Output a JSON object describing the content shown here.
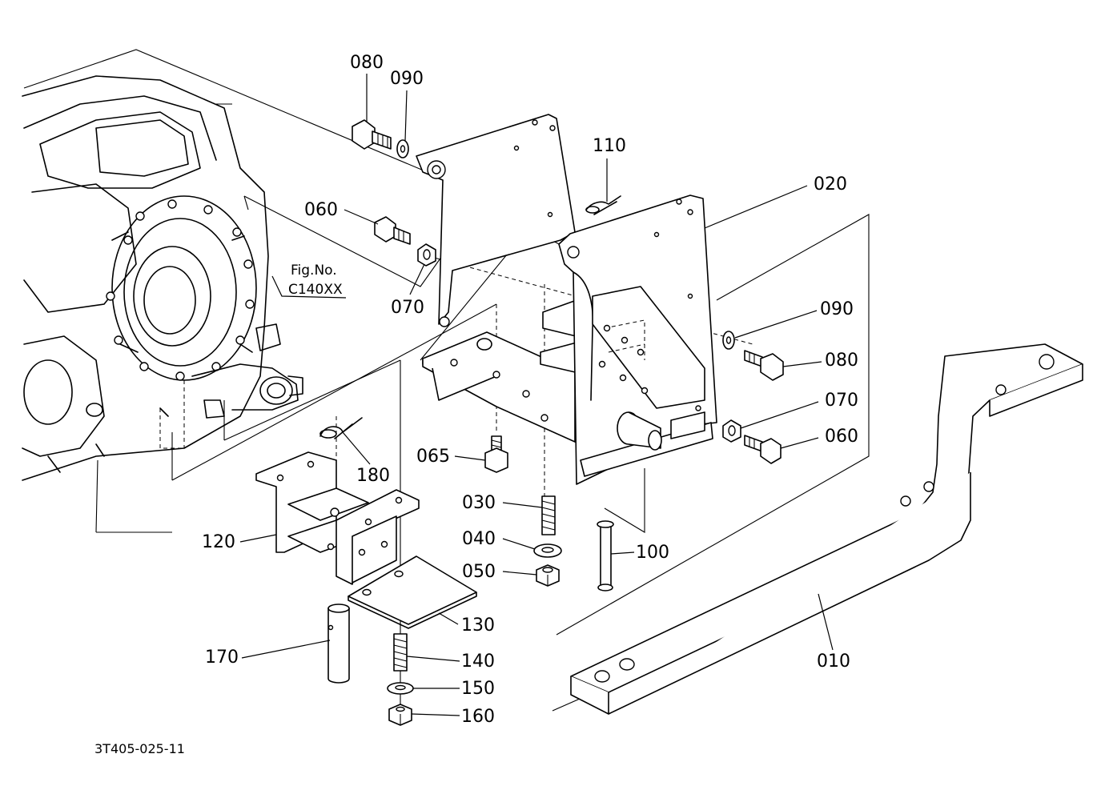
{
  "figure_ref": {
    "line1": "Fig.No.",
    "line2": "C140XX"
  },
  "footer_code": "3T405-025-11",
  "callouts": {
    "c010": "010",
    "c020": "020",
    "c030": "030",
    "c040": "040",
    "c050": "050",
    "c060a": "060",
    "c060b": "060",
    "c065": "065",
    "c070a": "070",
    "c070b": "070",
    "c080a": "080",
    "c080b": "080",
    "c090a": "090",
    "c090b": "090",
    "c100": "100",
    "c110": "110",
    "c120": "120",
    "c130": "130",
    "c140": "140",
    "c150": "150",
    "c160": "160",
    "c170": "170",
    "c180": "180"
  }
}
